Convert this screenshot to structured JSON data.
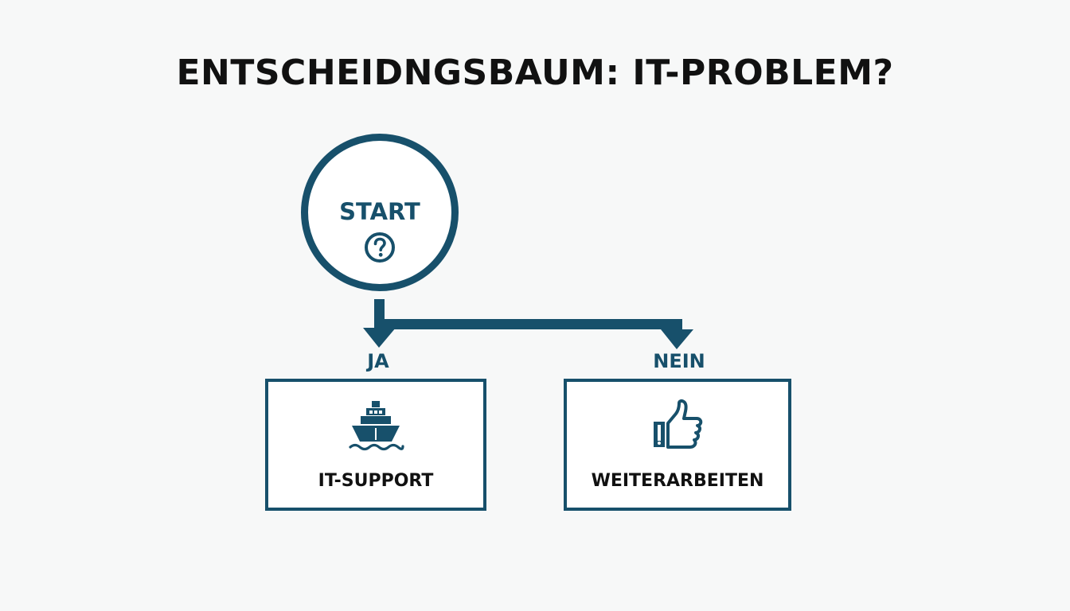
{
  "title": "ENTSCHEIDNGSBAUM: IT-PROBLEM?",
  "colors": {
    "accent": "#17506b",
    "text": "#111111",
    "background": "#f7f8f8"
  },
  "start": {
    "label": "START",
    "icon": "question-circle-icon"
  },
  "branches": {
    "yes": {
      "label": "JA",
      "result": "IT-SUPPORT",
      "icon": "ship-icon"
    },
    "no": {
      "label": "NEIN",
      "result": "WEITERARBEITEN",
      "icon": "thumbs-up-icon"
    }
  }
}
